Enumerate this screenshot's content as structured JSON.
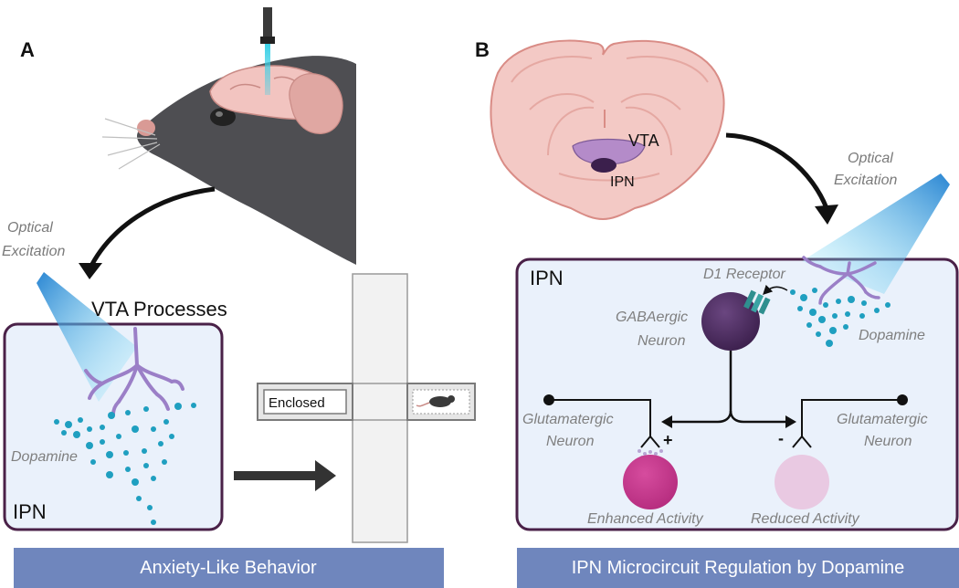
{
  "panel_a": {
    "letter": "A",
    "optical_excitation_line1": "Optical",
    "optical_excitation_line2": "Excitation",
    "vta_processes": "VTA Processes",
    "dopamine": "Dopamine",
    "ipn": "IPN",
    "maze_arm_label": "Enclosed",
    "banner": "Anxiety-Like Behavior"
  },
  "panel_b": {
    "letter": "B",
    "vta": "VTA",
    "ipn_brain": "IPN",
    "optical_excitation_line1": "Optical",
    "optical_excitation_line2": "Excitation",
    "ipn_box": "IPN",
    "d1_receptor": "D1 Receptor",
    "gaba_line1": "GABAergic",
    "gaba_line2": "Neuron",
    "dopamine": "Dopamine",
    "glut_left_line1": "Glutamatergic",
    "glut_left_line2": "Neuron",
    "glut_right_line1": "Glutamatergic",
    "glut_right_line2": "Neuron",
    "plus": "+",
    "minus": "-",
    "enhanced": "Enhanced Activity",
    "reduced": "Reduced Activity",
    "banner": "IPN Microcircuit Regulation by Dopamine"
  },
  "colors": {
    "banner": "#6f86bd",
    "box_fill": "#eaf1fb",
    "box_stroke": "#4a2148",
    "gaba_neuron": "#4b2a5c",
    "enhanced_neuron": "#c8388f",
    "reduced_neuron": "#e9c9e2",
    "dopamine_dot": "#1f9fc0",
    "process": "#9b7fc7"
  }
}
